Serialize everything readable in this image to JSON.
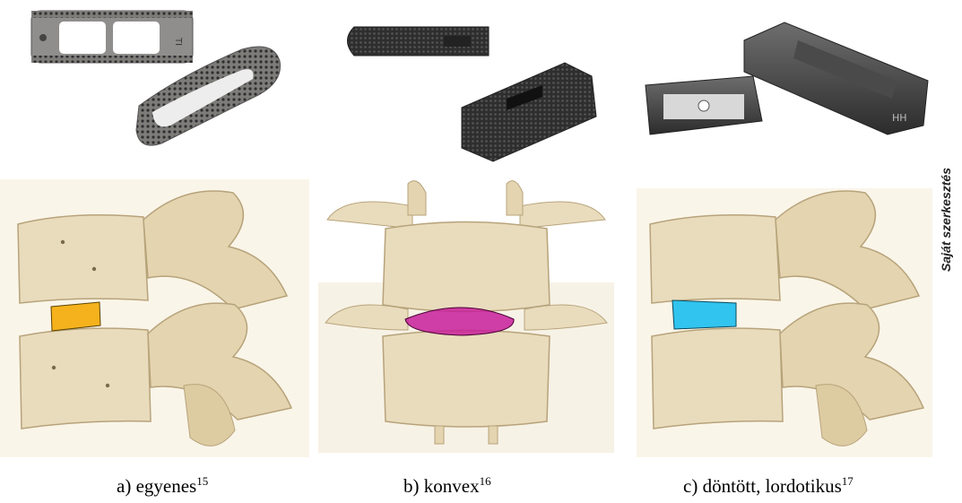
{
  "figure": {
    "panels": [
      {
        "label": "a) egyenes",
        "ref": "15",
        "implant_color": "#f5b21c",
        "implant_shape": "straight"
      },
      {
        "label": "b) konvex",
        "ref": "16",
        "implant_color": "#c81f9a",
        "implant_shape": "convex"
      },
      {
        "label": "c) döntött, lordotikus",
        "ref": "17",
        "implant_color": "#31c4ef",
        "implant_shape": "lordotic"
      }
    ],
    "side_label": "Saját szerkesztés"
  },
  "colors": {
    "bone": "#e9dcbd",
    "bone_shadow": "#c8b48a",
    "metal_titanium": "#8d8c8a",
    "metal_dark": "#3a3a3a"
  }
}
